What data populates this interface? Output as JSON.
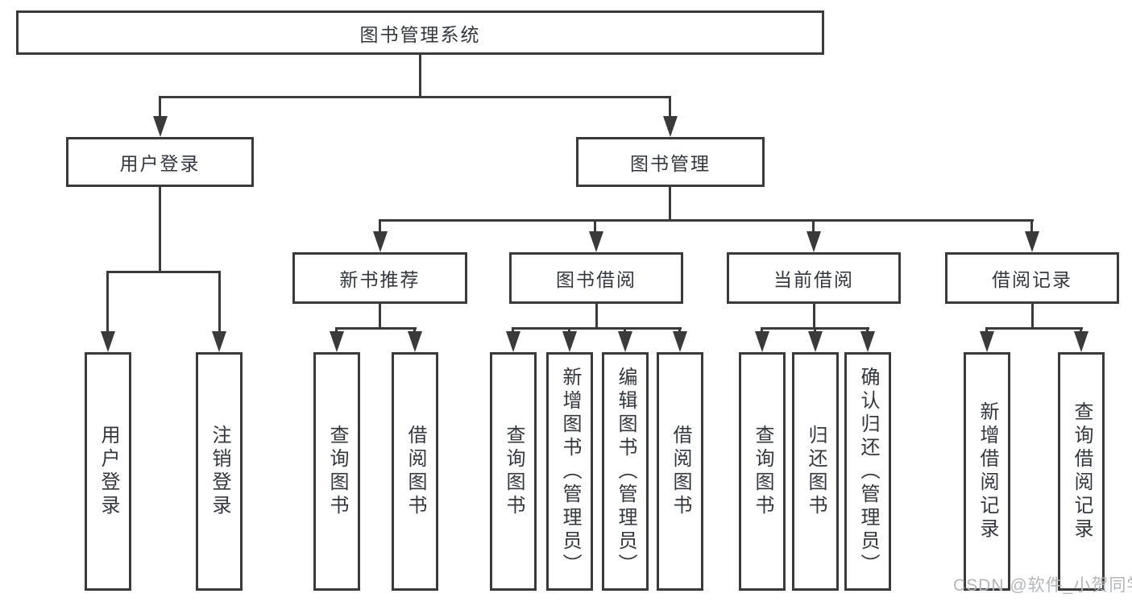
{
  "diagram": {
    "root_label": "图书管理系统",
    "branches": [
      {
        "label": "用户登录",
        "children": [
          {
            "label": "用户登录"
          },
          {
            "label": "注销登录"
          }
        ]
      },
      {
        "label": "图书管理",
        "children": [
          {
            "label": "新书推荐",
            "children": [
              {
                "label": "查询图书"
              },
              {
                "label": "借阅图书"
              }
            ]
          },
          {
            "label": "图书借阅",
            "children": [
              {
                "label": "查询图书"
              },
              {
                "label": "新增图书（管理员）"
              },
              {
                "label": "编辑图书（管理员）"
              },
              {
                "label": "借阅图书"
              }
            ]
          },
          {
            "label": "当前借阅",
            "children": [
              {
                "label": "查询图书"
              },
              {
                "label": "归还图书"
              },
              {
                "label": "确认归还（管理员）"
              }
            ]
          },
          {
            "label": "借阅记录",
            "children": [
              {
                "label": "新增借阅记录"
              },
              {
                "label": "查询借阅记录"
              }
            ]
          }
        ]
      }
    ]
  },
  "watermark": {
    "text": "CSDN @软件_小贺同学"
  },
  "colors": {
    "line": "#3a3a3a",
    "text": "#333740",
    "watermark": "#b3b6ba",
    "background": "#ffffff"
  }
}
